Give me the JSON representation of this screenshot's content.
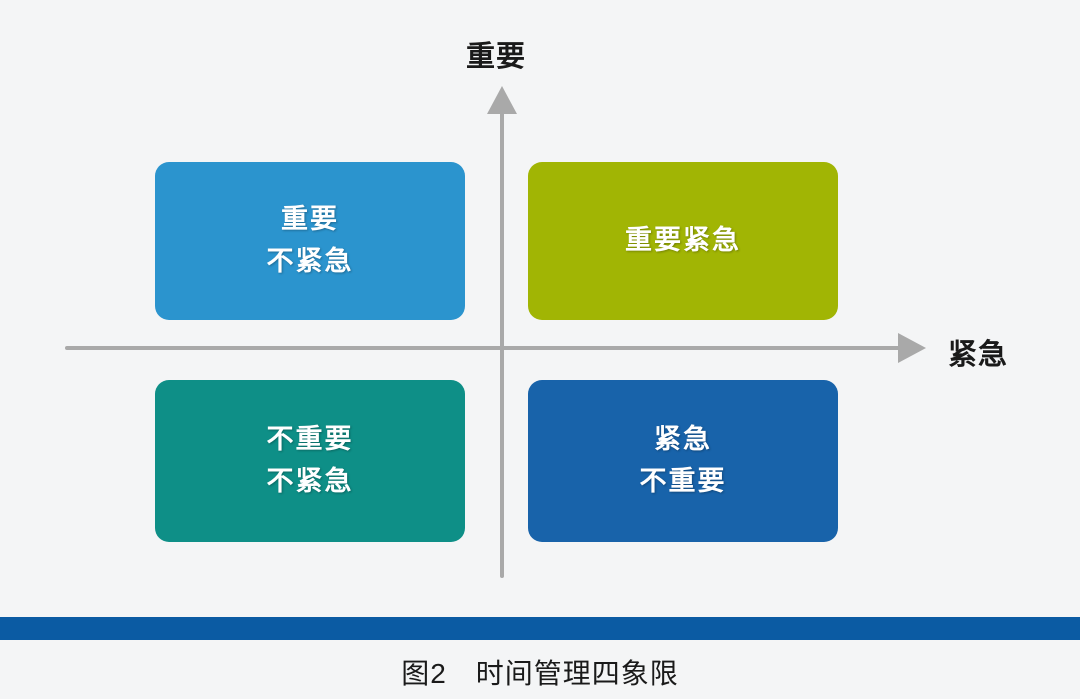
{
  "figure": {
    "caption": "图2　时间管理四象限",
    "background_color": "#f4f5f6",
    "rule_bar_color": "#0b5ba3"
  },
  "axes": {
    "vertical": {
      "label": "重要",
      "arrow_direction": "up",
      "color": "#a9a9a9"
    },
    "horizontal": {
      "label": "紧急",
      "arrow_direction": "right",
      "color": "#a9a9a9"
    }
  },
  "chart_data": {
    "type": "diagram",
    "title": "时间管理四象限",
    "xlabel": "紧急",
    "ylabel": "重要",
    "quadrants": [
      {
        "position": "top-left",
        "lines": [
          "重要",
          "不紧急"
        ],
        "color": "#2b94ce",
        "shadow_color": "#1e6f9e",
        "important": true,
        "urgent": false
      },
      {
        "position": "top-right",
        "lines": [
          "重要紧急"
        ],
        "color": "#a1b504",
        "shadow_color": "#7d8c03",
        "important": true,
        "urgent": true
      },
      {
        "position": "bottom-left",
        "lines": [
          "不重要",
          "不紧急"
        ],
        "color": "#0e8f87",
        "shadow_color": "#0a6b65",
        "important": false,
        "urgent": false
      },
      {
        "position": "bottom-right",
        "lines": [
          "紧急",
          "不重要"
        ],
        "color": "#1863aa",
        "shadow_color": "#114a80",
        "important": false,
        "urgent": true
      }
    ]
  }
}
